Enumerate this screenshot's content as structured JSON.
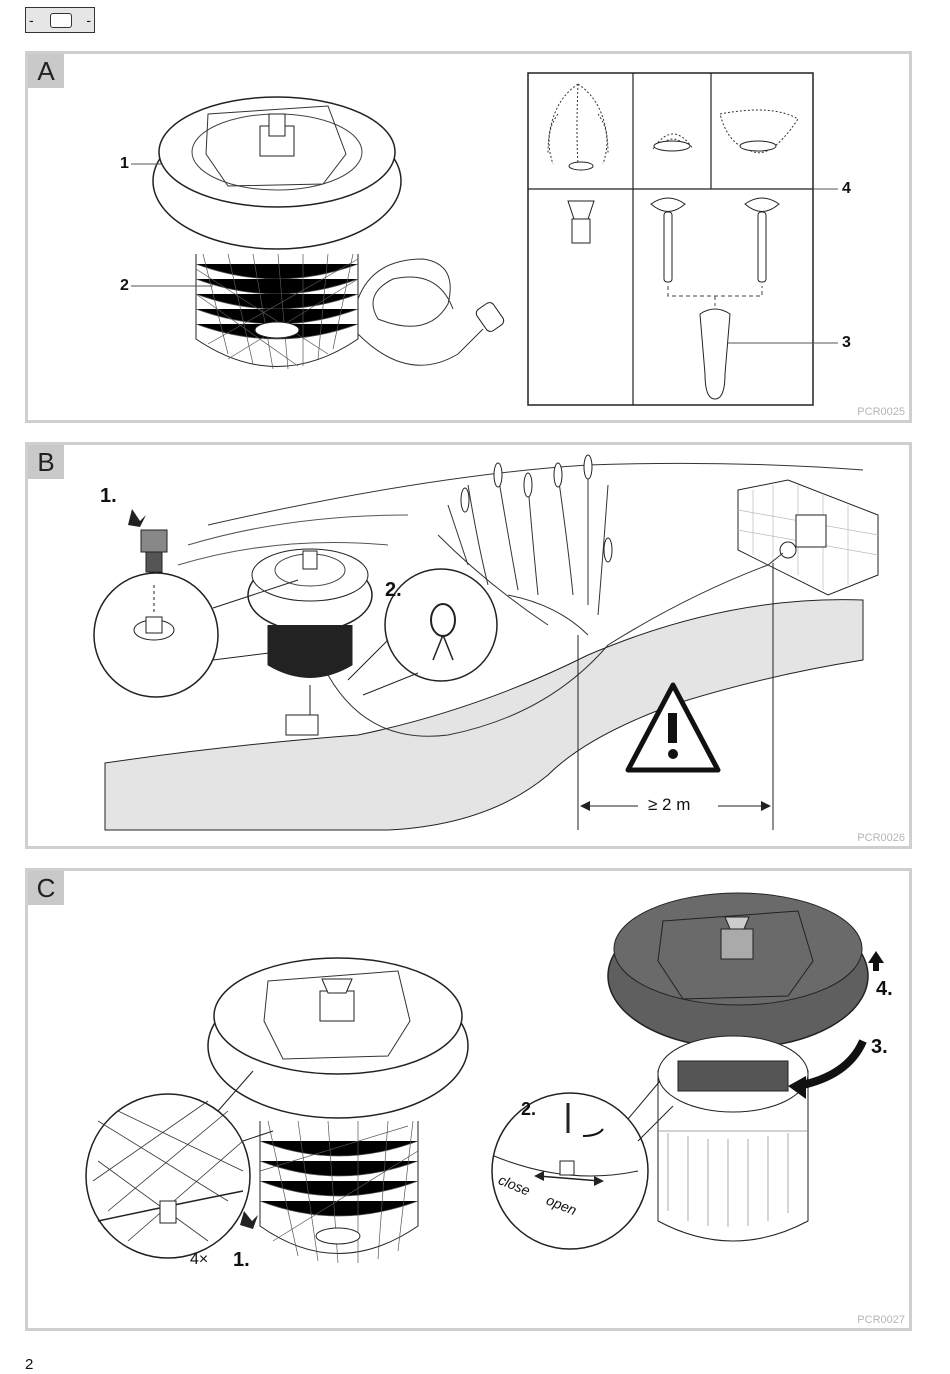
{
  "header": {
    "toc_icon": "tab-marker-icon"
  },
  "panels": {
    "a": {
      "letter": "A",
      "code": "PCR0025",
      "labels": {
        "l1": "1",
        "l2": "2",
        "l3": "3",
        "l4": "4"
      }
    },
    "b": {
      "letter": "B",
      "code": "PCR0026",
      "steps": {
        "s1": "1.",
        "s2": "2."
      },
      "distance": "≥ 2 m"
    },
    "c": {
      "letter": "C",
      "code": "PCR0027",
      "steps": {
        "s1": "1.",
        "s2": "2.",
        "s3": "3.",
        "s4": "4."
      },
      "count": "4×",
      "close_label": "close",
      "open_label": "open"
    }
  },
  "footer": {
    "page_number": "2"
  }
}
